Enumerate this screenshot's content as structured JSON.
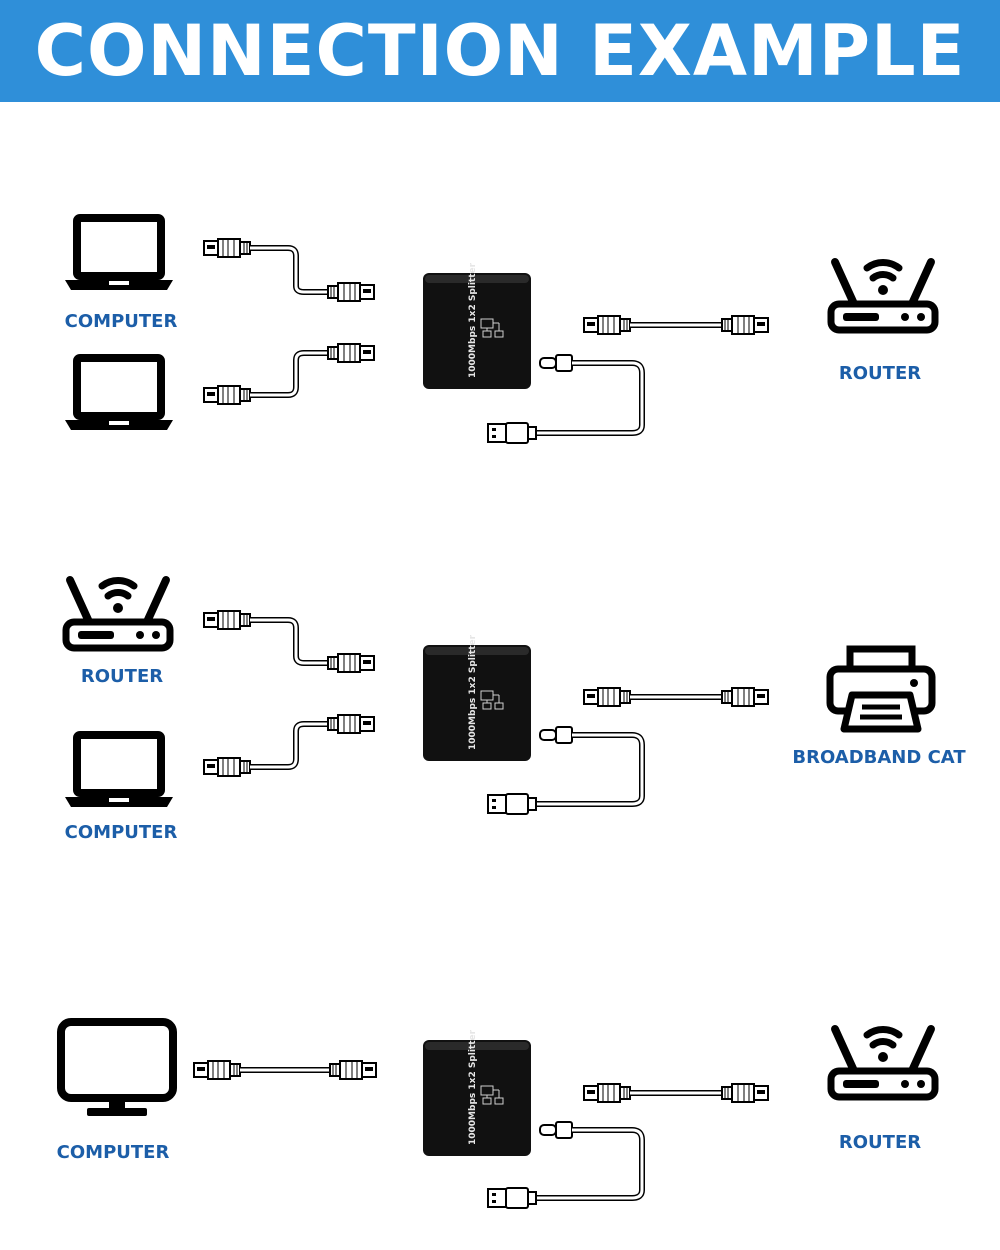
{
  "header": {
    "title": "CONNECTION EXAMPLE",
    "background": "#2f8fd9",
    "text_color": "#ffffff"
  },
  "label_color": "#1c5ea8",
  "splitter": {
    "text": "1000Mbps 1x2 Splitter",
    "color": "#111111"
  },
  "scenes": [
    {
      "left_top": {
        "icon": "laptop-icon",
        "label": "COMPUTER"
      },
      "left_bottom": {
        "icon": "laptop-icon",
        "label": ""
      },
      "right": {
        "icon": "router-icon",
        "label": "ROUTER"
      }
    },
    {
      "left_top": {
        "icon": "router-icon",
        "label": "ROUTER"
      },
      "left_bottom": {
        "icon": "laptop-icon",
        "label": "COMPUTER"
      },
      "right": {
        "icon": "printer-icon",
        "label": "BROADBAND CAT"
      }
    },
    {
      "left_top": {
        "icon": "monitor-icon",
        "label": "COMPUTER"
      },
      "right": {
        "icon": "router-icon",
        "label": "ROUTER"
      }
    }
  ]
}
